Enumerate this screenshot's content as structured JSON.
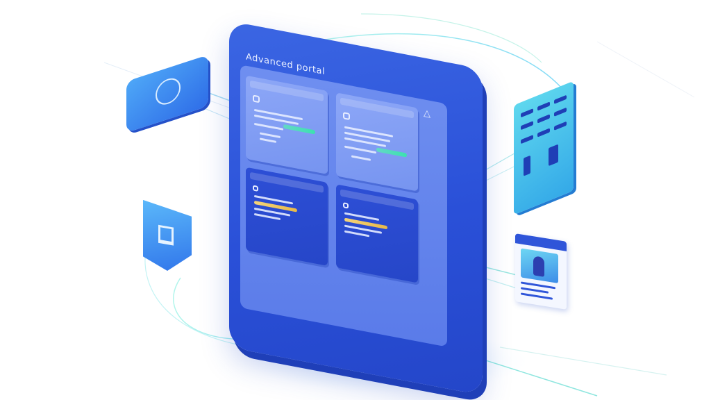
{
  "app": {
    "title": "Advanced portal"
  },
  "header": {
    "menu_icon": "menu-icon",
    "alert_icon": "warning-triangle-icon"
  },
  "cards": [
    {
      "id": "top-left",
      "icon": "chat-icon",
      "accent": "#3ce1b0"
    },
    {
      "id": "top-right",
      "icon": "chat-icon",
      "accent": "#3ce1b0"
    },
    {
      "id": "bottom-left",
      "icon": "list-icon",
      "accent": "#e8b947"
    },
    {
      "id": "bottom-right",
      "icon": "list-icon",
      "accent": "#e8b947"
    }
  ],
  "floating": {
    "badge_icon": "ring-icon",
    "shield_icon": "door-icon",
    "grid_icon": "grid-icon",
    "photo_icon": "person-photo-icon"
  },
  "colors": {
    "primary": "#2a50d8",
    "screen": "#5a7be9",
    "accent_green": "#3ce1b0",
    "accent_gold": "#e8b947",
    "glow": "#7ef0e0"
  }
}
